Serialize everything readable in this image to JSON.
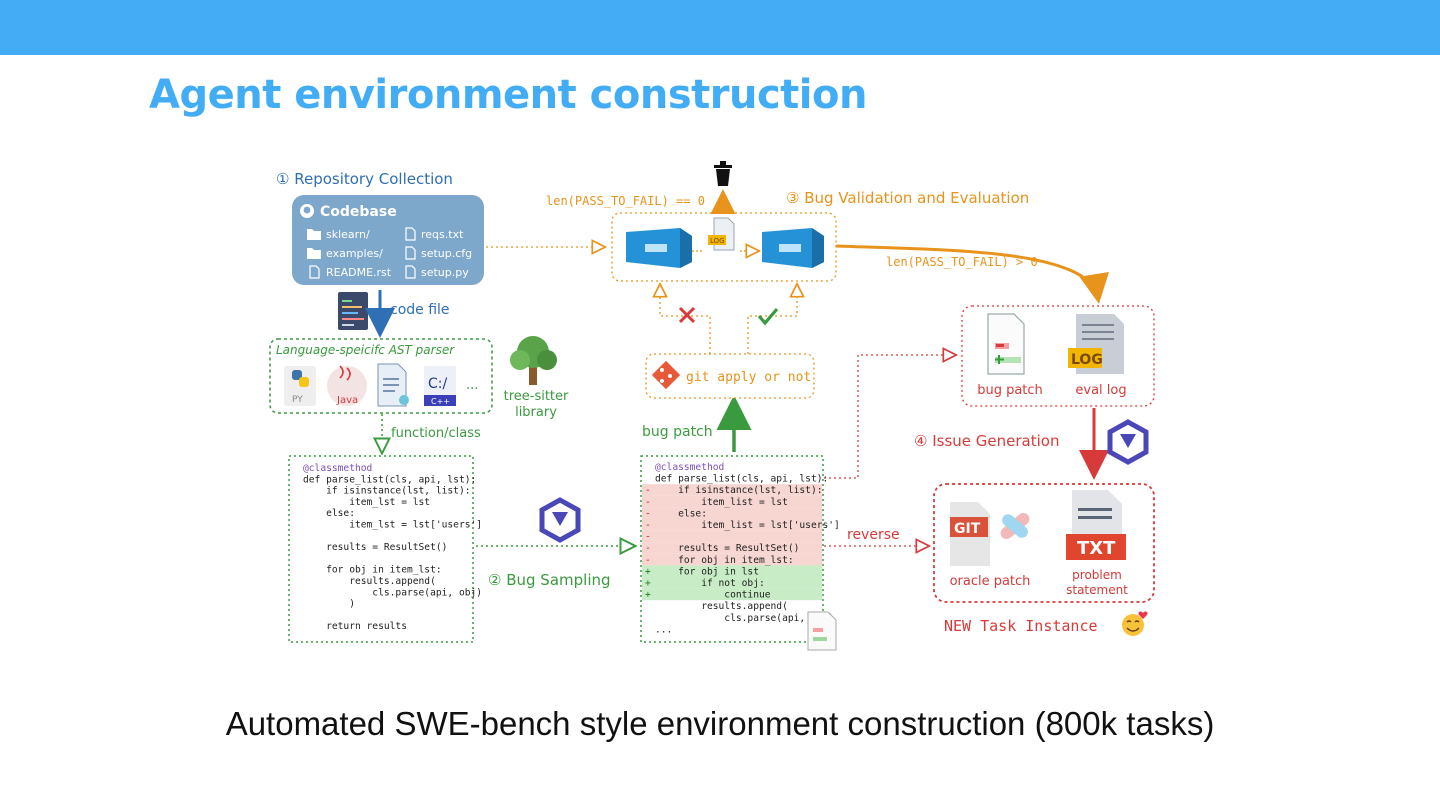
{
  "slide": {
    "title": "Agent environment construction",
    "caption": "Automated SWE-bench style environment construction (800k tasks)"
  },
  "colors": {
    "blue": "#42adf5",
    "steps_blue": "#2f6fb3",
    "green": "#3a9a3e",
    "orange": "#e8931c",
    "red": "#d63a3a",
    "codebase_bg": "#7ea7cc"
  },
  "diagram": {
    "step1": {
      "label": "① Repository Collection",
      "codebase": {
        "title": "Codebase",
        "left_items": [
          "sklearn/",
          "examples/",
          "README.rst"
        ],
        "right_items": [
          "reqs.txt",
          "setup.cfg",
          "setup.py"
        ]
      },
      "code_file_label": "code file",
      "ast_parser": {
        "title": "Language-speicifc AST parser",
        "langs": [
          "PY",
          "Java",
          "C:/",
          "C++",
          "..."
        ]
      },
      "tree_sitter": [
        "tree-sitter",
        "library"
      ],
      "function_class_label": "function/class"
    },
    "step2": {
      "label": "② Bug Sampling",
      "code_original": [
        "@classmethod",
        "def parse_list(cls, api, lst):",
        "    if isinstance(lst, list):",
        "        item_lst = lst",
        "    else:",
        "        item_lst = lst['users']",
        "",
        "    results = ResultSet()",
        "",
        "    for obj in item_lst:",
        "        results.append(",
        "            cls.parse(api, obj)",
        "        )",
        "",
        "    return results"
      ],
      "code_diff": [
        {
          "m": " ",
          "t": "@classmethod",
          "k": "ctx"
        },
        {
          "m": " ",
          "t": "def parse_list(cls, api, lst):",
          "k": "ctx"
        },
        {
          "m": "-",
          "t": "    if isinstance(lst, list):",
          "k": "del"
        },
        {
          "m": "-",
          "t": "        item_list = lst",
          "k": "del"
        },
        {
          "m": "-",
          "t": "    else:",
          "k": "del"
        },
        {
          "m": "-",
          "t": "        item_list = lst['users']",
          "k": "del"
        },
        {
          "m": "-",
          "t": "",
          "k": "del"
        },
        {
          "m": "-",
          "t": "    results = ResultSet()",
          "k": "del"
        },
        {
          "m": "-",
          "t": "    for obj in item_lst:",
          "k": "del"
        },
        {
          "m": "+",
          "t": "    for obj in lst",
          "k": "add"
        },
        {
          "m": "+",
          "t": "        if not obj:",
          "k": "add"
        },
        {
          "m": "+",
          "t": "            continue",
          "k": "add"
        },
        {
          "m": " ",
          "t": "        results.append(",
          "k": "ctx"
        },
        {
          "m": " ",
          "t": "            cls.parse(api, obj)",
          "k": "ctx"
        },
        {
          "m": " ",
          "t": "...",
          "k": "ctx"
        }
      ],
      "bug_patch_label": "bug patch",
      "git_apply_label": "git apply or not"
    },
    "step3": {
      "label": "③ Bug Validation and Evaluation",
      "fail_condition": "len(PASS_TO_FAIL) == 0",
      "pass_condition": "len(PASS_TO_FAIL) > 0",
      "log_small": "LOG",
      "outputs": [
        "bug patch",
        "eval log"
      ],
      "log_big": "LOG"
    },
    "step4": {
      "label": "④ Issue Generation",
      "reverse_label": "reverse",
      "git_badge": "GIT",
      "txt_badge": "TXT",
      "oracle_label": "oracle patch",
      "problem_label": [
        "problem",
        "statement"
      ],
      "new_task_label": "NEW Task Instance"
    }
  }
}
